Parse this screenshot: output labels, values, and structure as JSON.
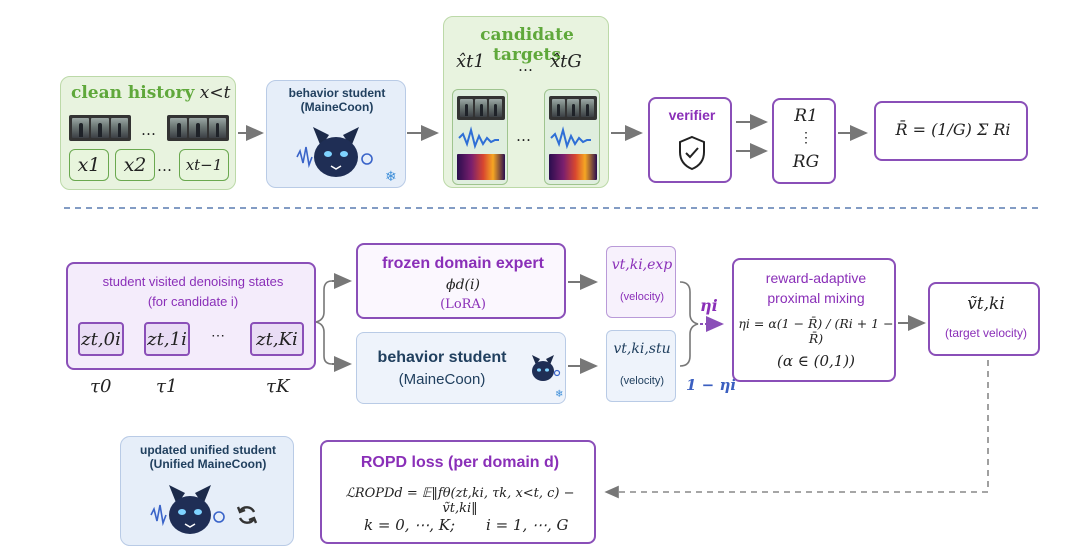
{
  "top": {
    "clean_history_title": "clean history",
    "clean_history_math": "x<t",
    "dots": "…",
    "tokens": [
      "x1",
      "x2",
      "xt−1"
    ],
    "behavior_student_title": "behavior student",
    "behavior_student_sub": "(MaineCoon)",
    "candidate_targets_title": "candidate targets",
    "cand_first": "x̂t1",
    "cand_last": "x̂tG",
    "verifier_label": "verifier",
    "rewards": [
      "R1",
      "⋮",
      "RG"
    ],
    "rbar_formula": "R̄ = (1/G) Σ Ri"
  },
  "bottom": {
    "visited_title_line1": "student visited denoising states",
    "visited_title_line2": "(for candidate i)",
    "z_states": [
      "zt,0i",
      "zt,1i",
      "zt,Ki"
    ],
    "z_dots": "⋯",
    "taus": [
      "τ0",
      "τ1",
      "τK"
    ],
    "frozen_title": "frozen domain expert",
    "frozen_phi": "ϕd(i)",
    "frozen_lora": "(LoRA)",
    "behavior_title": "behavior student",
    "behavior_sub": "(MaineCoon)",
    "v_exp": "vt,ki,exp",
    "v_exp_label": "(velocity)",
    "v_stu": "vt,ki,stu",
    "v_stu_label": "(velocity)",
    "eta": "ηi",
    "one_minus_eta": "1 − ηi",
    "mixing_title_line1": "reward-adaptive",
    "mixing_title_line2": "proximal mixing",
    "mixing_formula": "ηi = α(1 − R̄) / (Ri + 1 − R̄)",
    "mixing_alpha": "(α ∈ (0,1))",
    "target_symbol": "ṽt,ki",
    "target_label": "(target velocity)",
    "updated_title_line1": "updated unified student",
    "updated_title_line2": "(Unified MaineCoon)",
    "ropd_title": "ROPD loss (per domain d)",
    "ropd_formula": "ℒROPDd = 𝔼‖fθ(zt,ki, τk, x<t, c) − ṽt,ki‖",
    "ropd_ranges_k": "k = 0, ⋯, K;",
    "ropd_ranges_i": "i = 1, ⋯, G"
  },
  "colors": {
    "green": "#5fa83b",
    "purple": "#8a2fb8",
    "navy": "#21405f",
    "arrow": "#777777"
  },
  "icons": [
    "lynx-mascot-icon",
    "snowflake-icon",
    "shield-check-icon",
    "refresh-icon",
    "waveform-icon"
  ]
}
